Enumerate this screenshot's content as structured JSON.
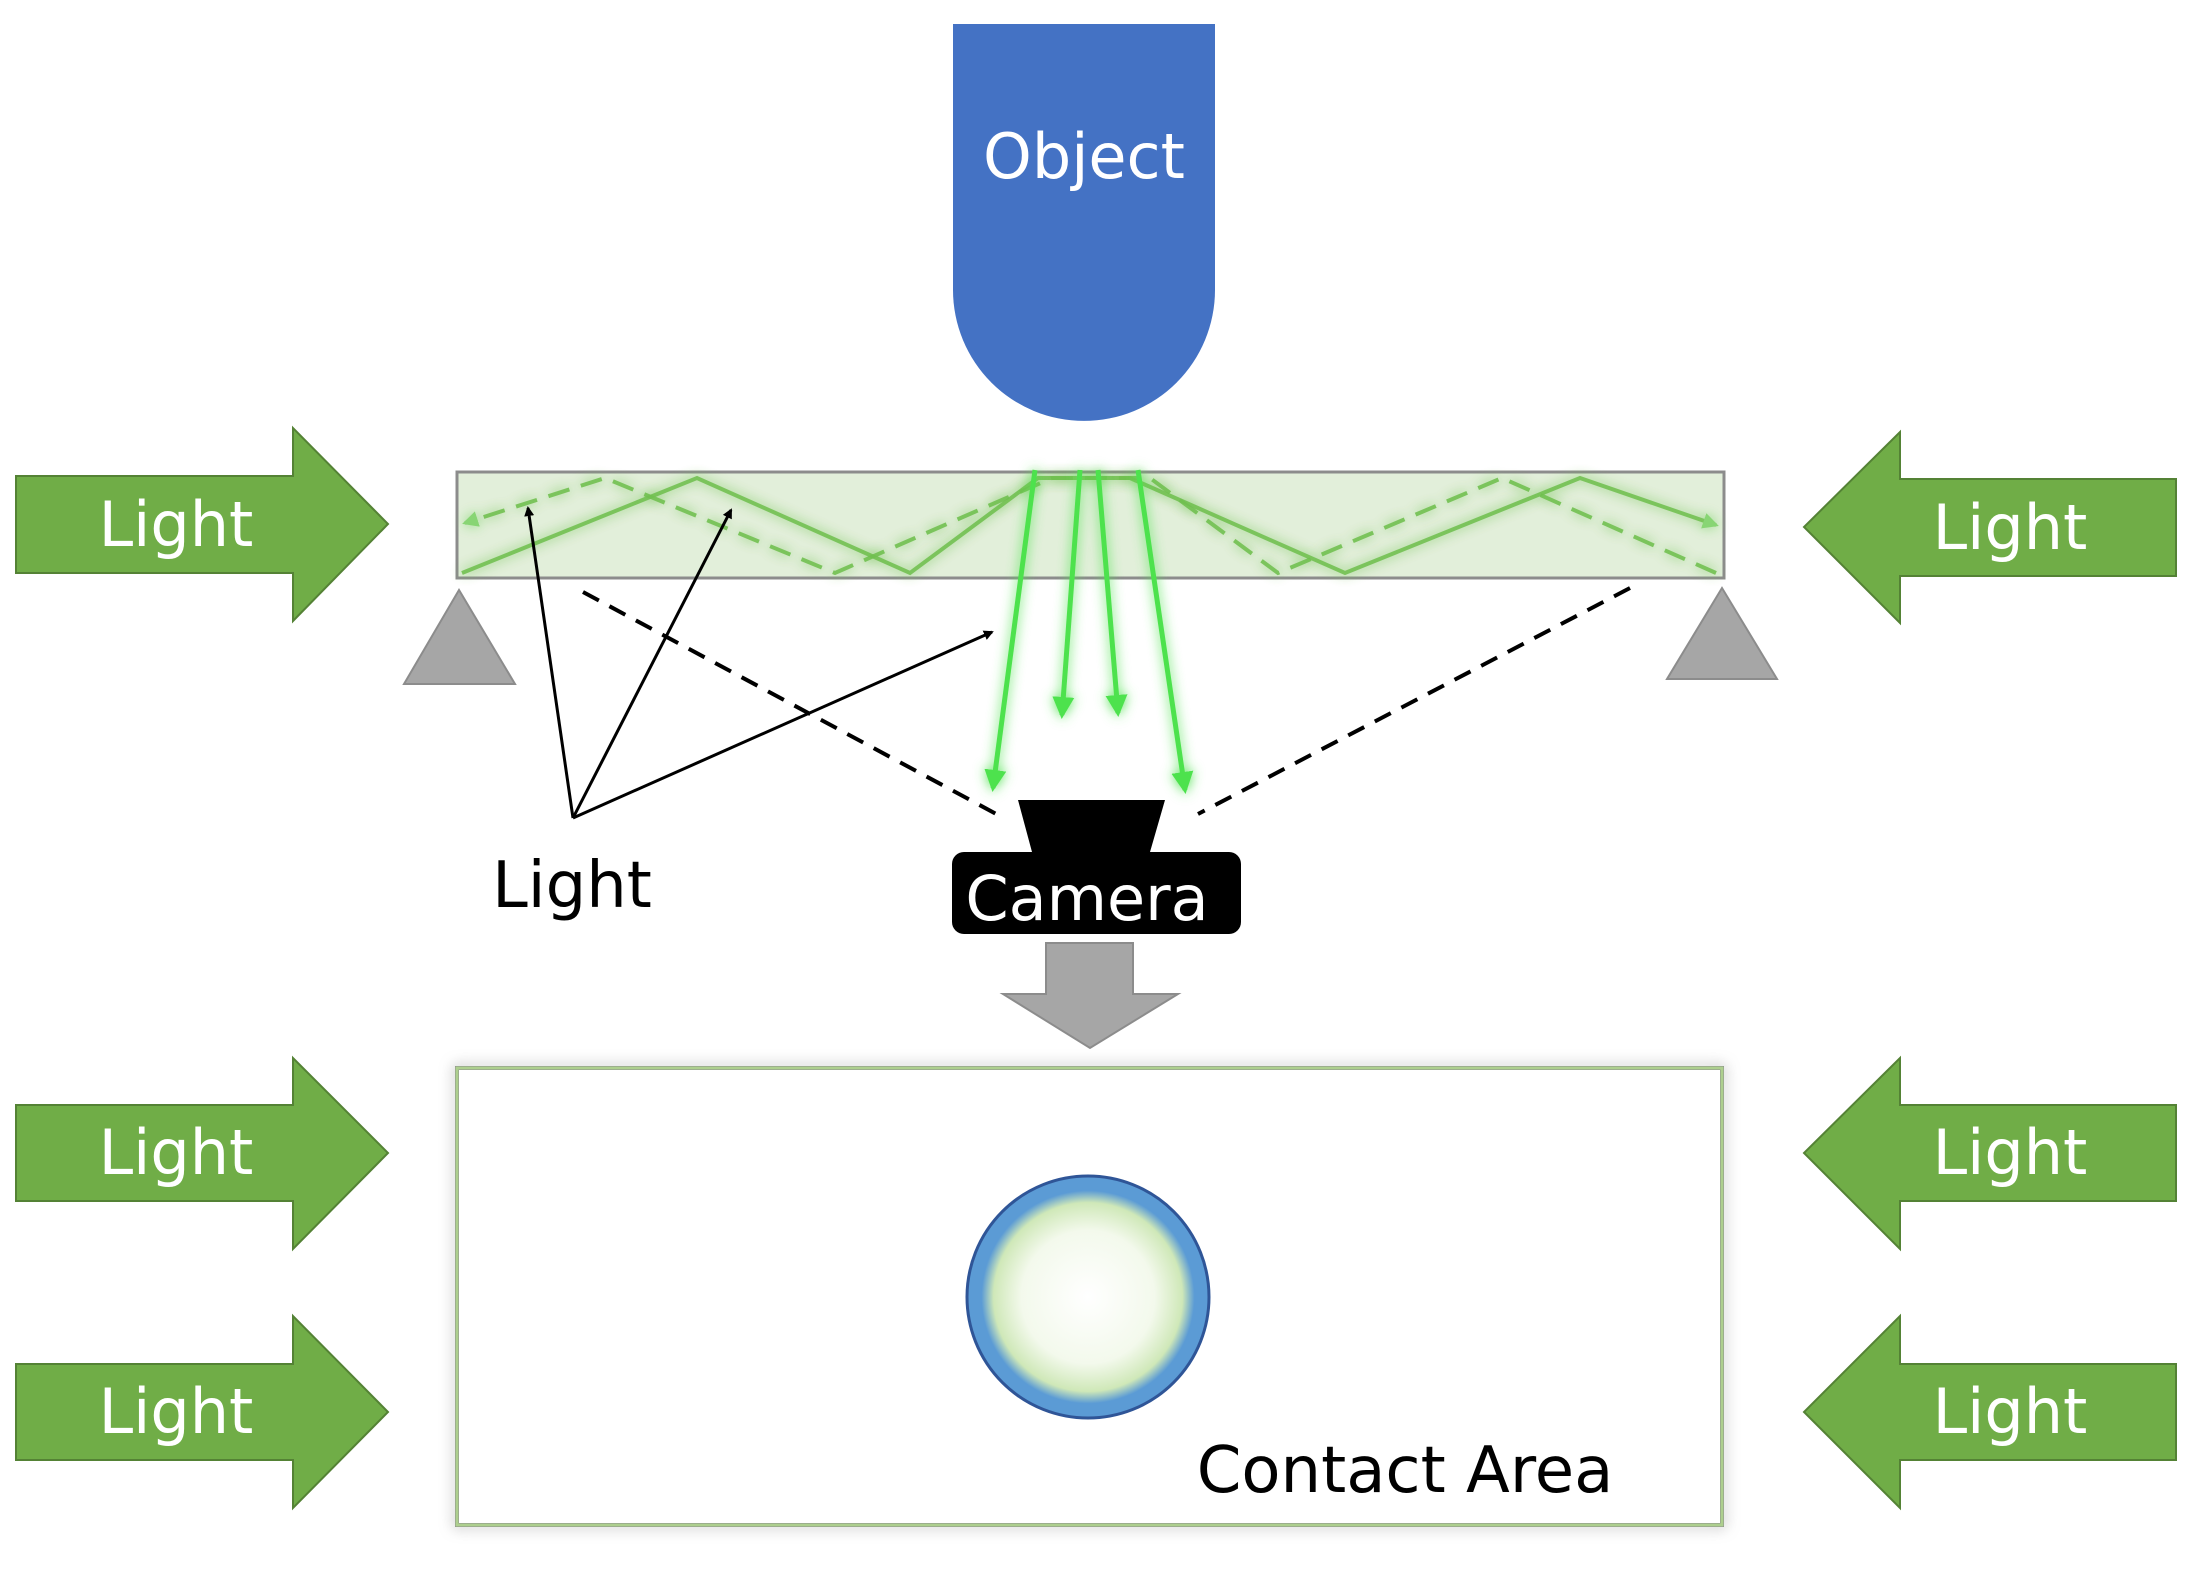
{
  "labels": {
    "object": "Object",
    "camera": "Camera",
    "light": "Light",
    "contact_area": "Contact Area"
  },
  "colors": {
    "object_blue": "#4472c4",
    "arrow_green": "#70ad47",
    "arrow_green_border": "#548235",
    "ray_green": "#4ee24e",
    "support_gray": "#a6a6a6",
    "camera_black": "#000000",
    "contact_ring": "#5b9bd5"
  },
  "icons": {
    "light_arrow": "block-arrow",
    "support": "triangle",
    "down_arrow": "block-arrow-down"
  }
}
